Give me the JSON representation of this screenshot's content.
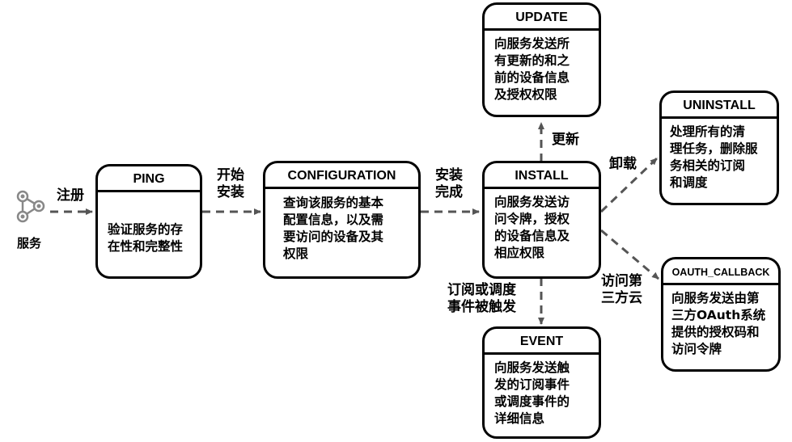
{
  "service": {
    "label": "服务",
    "icon": "service-hub-icon"
  },
  "nodes": {
    "ping": {
      "title": "PING",
      "desc": "验证服务的存\n在性和完整性"
    },
    "configuration": {
      "title": "CONFIGURATION",
      "desc": "查询该服务的基本\n配置信息，以及需\n要访问的设备及其\n权限"
    },
    "install": {
      "title": "INSTALL",
      "desc": "向服务发送访\n问令牌，授权\n的设备信息及\n相应权限"
    },
    "update": {
      "title": "UPDATE",
      "desc": "向服务发送所\n有更新的和之\n前的设备信息\n及授权权限"
    },
    "uninstall": {
      "title": "UNINSTALL",
      "desc": "处理所有的清\n理任务，删除服\n务相关的订阅\n和调度"
    },
    "oauth_callback": {
      "title": "OAUTH_CALLBACK",
      "desc": "向服务发送由第\n三方OAuth系统\n提供的授权码和\n访问令牌"
    },
    "event": {
      "title": "EVENT",
      "desc": "向服务发送触\n发的订阅事件\n或调度事件的\n详细信息"
    }
  },
  "edges": {
    "register": "注册",
    "start_install": "开始\n安装",
    "install_done": "安装\n完成",
    "update": "更新",
    "uninstall": "卸载",
    "third_party": "访问第\n三方云",
    "event_trigger": "订阅或调度\n事件被触发"
  }
}
